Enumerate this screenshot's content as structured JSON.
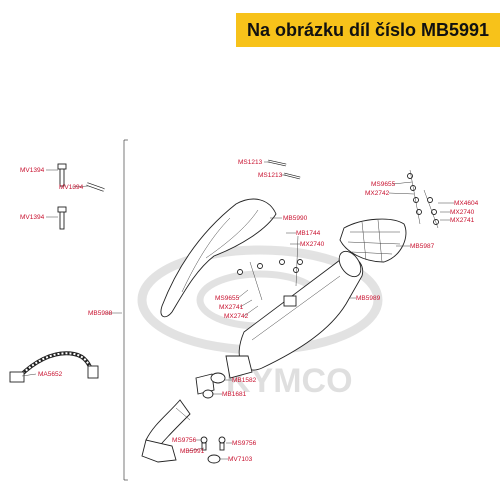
{
  "header": {
    "title": "Na obrázku díl číslo MB5991"
  },
  "watermark": {
    "text": "KYMCO"
  },
  "colors": {
    "banner": "#f7c21a",
    "label": "#c8102e"
  },
  "parts": {
    "mv1394_a": "MV1394",
    "mv1394_b": "MV1394",
    "mv1394_c": "MV1394",
    "ms1213_a": "MS1213",
    "ms1213_b": "MS1213",
    "ms9655_a": "MS9655",
    "mx2742_a": "MX2742",
    "mx4604": "MX4604",
    "mx2740_a": "MX2740",
    "mx2741_a": "MX2741",
    "mb5990": "MB5990",
    "mb1744": "MB1744",
    "mx2740_b": "MX2740",
    "mb5987": "MB5987",
    "mb5988": "MB5988",
    "ms9655_b": "MS9655",
    "mx2741_b": "MX2741",
    "mx2742_b": "MX2742",
    "mb5989": "MB5989",
    "ma5652": "MA5652",
    "mb1582": "MB1582",
    "mb1681": "MB1681",
    "ms9756_a": "MS9756",
    "ms9756_b": "MS9756",
    "mb5991": "MB5991",
    "mv7103": "MV7103"
  }
}
